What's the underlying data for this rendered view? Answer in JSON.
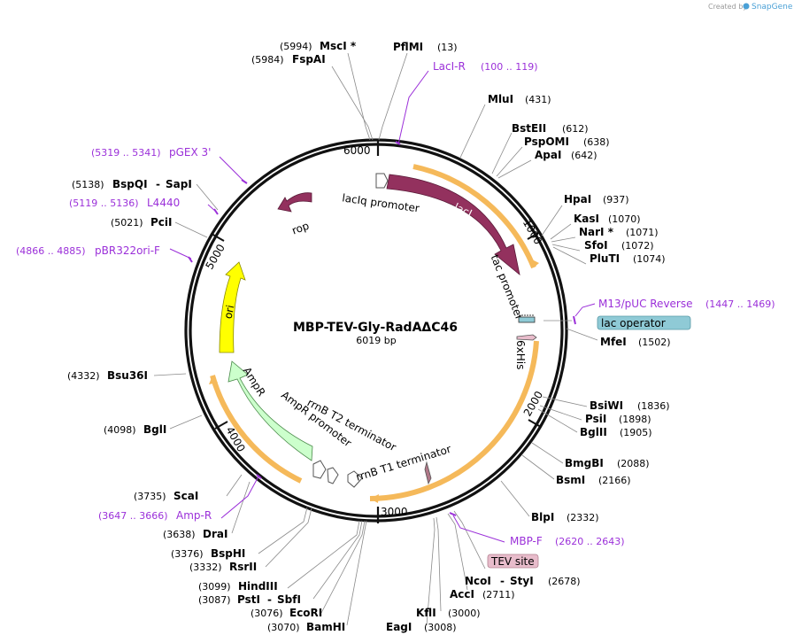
{
  "plasmid": {
    "name": "MBP-TEV-Gly-RadAΔC46",
    "length_label": "6019 bp",
    "length": 6019
  },
  "credit": {
    "prefix": "Created by",
    "brand": "SnapGene"
  },
  "ticks": [
    "6000",
    "1000",
    "2000",
    "3000",
    "4000",
    "5000"
  ],
  "enzymes": [
    {
      "name": "MscI *",
      "pos": "(5994)"
    },
    {
      "name": "PflMI",
      "pos": "(13)"
    },
    {
      "name": "FspAI",
      "pos": "(5984)"
    },
    {
      "name": "MluI",
      "pos": "(431)"
    },
    {
      "name": "BstEII",
      "pos": "(612)"
    },
    {
      "name": "PspOMI",
      "pos": "(638)"
    },
    {
      "name": "ApaI",
      "pos": "(642)"
    },
    {
      "name": "HpaI",
      "pos": "(937)"
    },
    {
      "name": "KasI",
      "pos": "(1070)"
    },
    {
      "name": "NarI *",
      "pos": "(1071)"
    },
    {
      "name": "SfoI",
      "pos": "(1072)"
    },
    {
      "name": "PluTI",
      "pos": "(1074)"
    },
    {
      "name": "MfeI",
      "pos": "(1502)"
    },
    {
      "name": "BsiWI",
      "pos": "(1836)"
    },
    {
      "name": "PsiI",
      "pos": "(1898)"
    },
    {
      "name": "BglII",
      "pos": "(1905)"
    },
    {
      "name": "BmgBI",
      "pos": "(2088)"
    },
    {
      "name": "BsmI",
      "pos": "(2166)"
    },
    {
      "name": "BlpI",
      "pos": "(2332)"
    },
    {
      "name": "NcoI",
      "name2": "StyI",
      "pos": "(2678)"
    },
    {
      "name": "AccI",
      "pos": "(2711)"
    },
    {
      "name": "KflI",
      "pos": "(3000)"
    },
    {
      "name": "EagI",
      "pos": "(3008)"
    },
    {
      "name": "BamHI",
      "pos": "(3070)"
    },
    {
      "name": "EcoRI",
      "pos": "(3076)"
    },
    {
      "name": "PstI",
      "name2": "SbfI",
      "pos": "(3087)"
    },
    {
      "name": "HindIII",
      "pos": "(3099)"
    },
    {
      "name": "RsrII",
      "pos": "(3332)"
    },
    {
      "name": "BspHI",
      "pos": "(3376)"
    },
    {
      "name": "DraI",
      "pos": "(3638)"
    },
    {
      "name": "ScaI",
      "pos": "(3735)"
    },
    {
      "name": "BglI",
      "pos": "(4098)"
    },
    {
      "name": "Bsu36I",
      "pos": "(4332)"
    },
    {
      "name": "PciI",
      "pos": "(5021)"
    },
    {
      "name": "BspQI",
      "name2": "SapI",
      "pos": "(5138)"
    }
  ],
  "primers": [
    {
      "name": "LacI-R",
      "pos": "(100 .. 119)"
    },
    {
      "name": "M13/pUC Reverse",
      "pos": "(1447 .. 1469)"
    },
    {
      "name": "MBP-F",
      "pos": "(2620 .. 2643)"
    },
    {
      "name": "Amp-R",
      "pos": "(3647 .. 3666)"
    },
    {
      "name": "pBR322ori-F",
      "pos": "(4866 .. 4885)"
    },
    {
      "name": "L4440",
      "pos": "(5119 .. 5136)"
    },
    {
      "name": "pGEX 3'",
      "pos": "(5319 .. 5341)"
    }
  ],
  "features": {
    "lacI": "lacI",
    "lacIq_promoter": "lacIq promoter",
    "tac_promoter": "tac promoter",
    "lac_operator": "lac operator",
    "his": "6xHis",
    "tev_site": "TEV site",
    "rrnB_T1": "rrnB T1 terminator",
    "rrnB_T2": "rrnB T2 terminator",
    "ampR_promoter": "AmpR promoter",
    "ampR": "AmpR",
    "ori": "ori",
    "rop": "rop"
  },
  "colors": {
    "lacI": "#93315e",
    "rop": "#93315e",
    "ori": "#ffff00",
    "ampR": "#ccffcc",
    "orf_highlight": "#f5b95a",
    "primer": "#9b30d9",
    "lac_operator_box": "#8fcad6",
    "tev_box": "#e8bccb"
  }
}
